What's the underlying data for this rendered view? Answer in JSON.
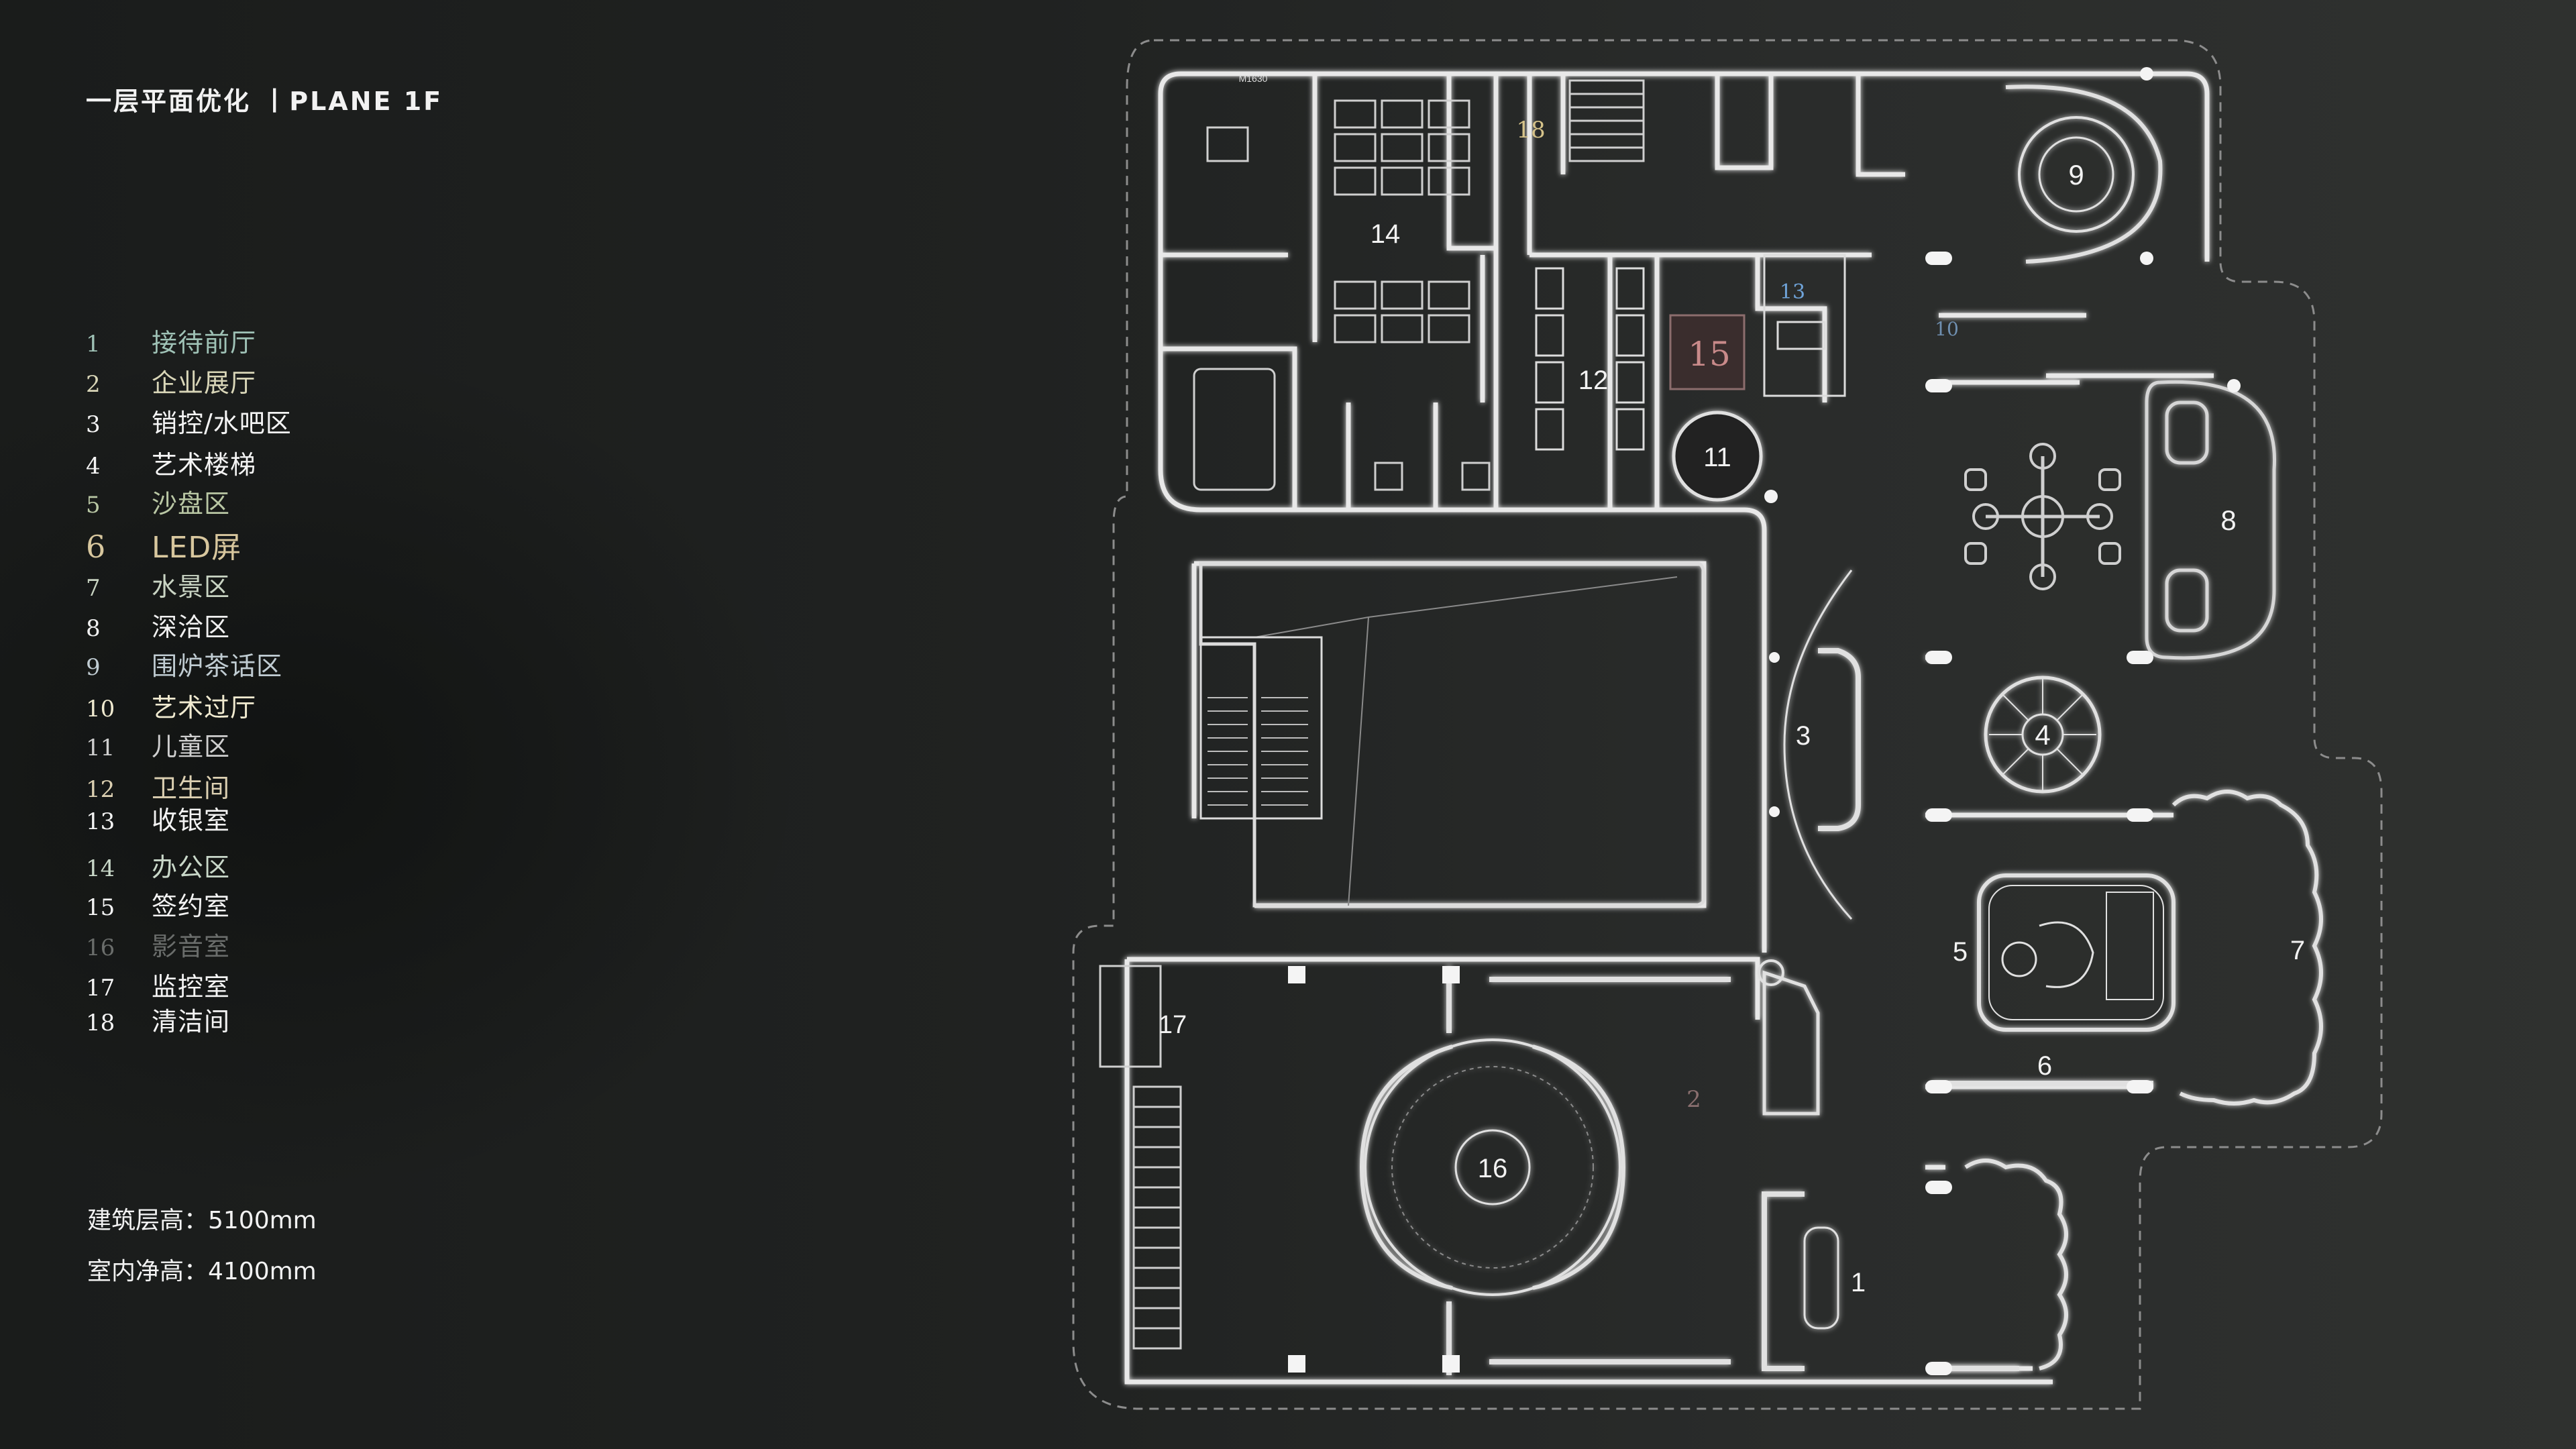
{
  "page": {
    "title": "一层平面优化 丨PLANE 1F"
  },
  "legend": {
    "items": [
      {
        "num": "1",
        "label": "接待前厅",
        "color": "#9fc2b6"
      },
      {
        "num": "2",
        "label": "企业展厅",
        "color": "#d9d6b8"
      },
      {
        "num": "3",
        "label": "销控/水吧区",
        "color": "#f4f4f4"
      },
      {
        "num": "4",
        "label": "艺术楼梯",
        "color": "#f4f4f4"
      },
      {
        "num": "5",
        "label": "沙盘区",
        "color": "#b9c7a4"
      },
      {
        "num": "6",
        "label": "LED屏",
        "color": "#d8c79e"
      },
      {
        "num": "7",
        "label": "水景区",
        "color": "#c9d4c3"
      },
      {
        "num": "8",
        "label": "深洽区",
        "color": "#f0f0f0"
      },
      {
        "num": "9",
        "label": "围炉茶话区",
        "color": "#c0ccd2"
      },
      {
        "num": "10",
        "label": "艺术过厅",
        "color": "#f0ead0"
      },
      {
        "num": "11",
        "label": "儿童区",
        "color": "#cfcfcf"
      },
      {
        "num": "12",
        "label": "卫生间",
        "color": "#dcd0b2"
      },
      {
        "num": "13",
        "label": "收银室",
        "color": "#f4f4f4"
      },
      {
        "num": "14",
        "label": "办公区",
        "color": "#c9d8c9"
      },
      {
        "num": "15",
        "label": "签约室",
        "color": "#f4f4f4"
      },
      {
        "num": "16",
        "label": "影音室",
        "color": "#6a6d6b"
      },
      {
        "num": "17",
        "label": "监控室",
        "color": "#f4f4f4"
      },
      {
        "num": "18",
        "label": "清洁间",
        "color": "#f4f4f4"
      }
    ]
  },
  "specs": {
    "floor_height": "建筑层高：5100mm",
    "net_height": "室内净高：4100mm"
  },
  "plan": {
    "room_labels": [
      {
        "id": "1",
        "text": "1"
      },
      {
        "id": "2",
        "text": "2"
      },
      {
        "id": "3",
        "text": "3"
      },
      {
        "id": "4",
        "text": "4"
      },
      {
        "id": "5",
        "text": "5"
      },
      {
        "id": "6",
        "text": "6"
      },
      {
        "id": "7",
        "text": "7"
      },
      {
        "id": "8",
        "text": "8"
      },
      {
        "id": "9",
        "text": "9"
      },
      {
        "id": "10",
        "text": "10"
      },
      {
        "id": "11",
        "text": "11"
      },
      {
        "id": "12",
        "text": "12"
      },
      {
        "id": "13",
        "text": "13"
      },
      {
        "id": "14",
        "text": "14"
      },
      {
        "id": "15",
        "text": "15"
      },
      {
        "id": "16",
        "text": "16"
      },
      {
        "id": "17",
        "text": "17"
      },
      {
        "id": "18",
        "text": "18"
      }
    ],
    "door_tag": "M1630",
    "colors": {
      "wall": "#e8e8e8",
      "outline": "#9a9a9a",
      "accent_blue": "#6fa3d8",
      "accent_red": "#c98a8a",
      "accent_gold": "#d6c38a"
    }
  }
}
